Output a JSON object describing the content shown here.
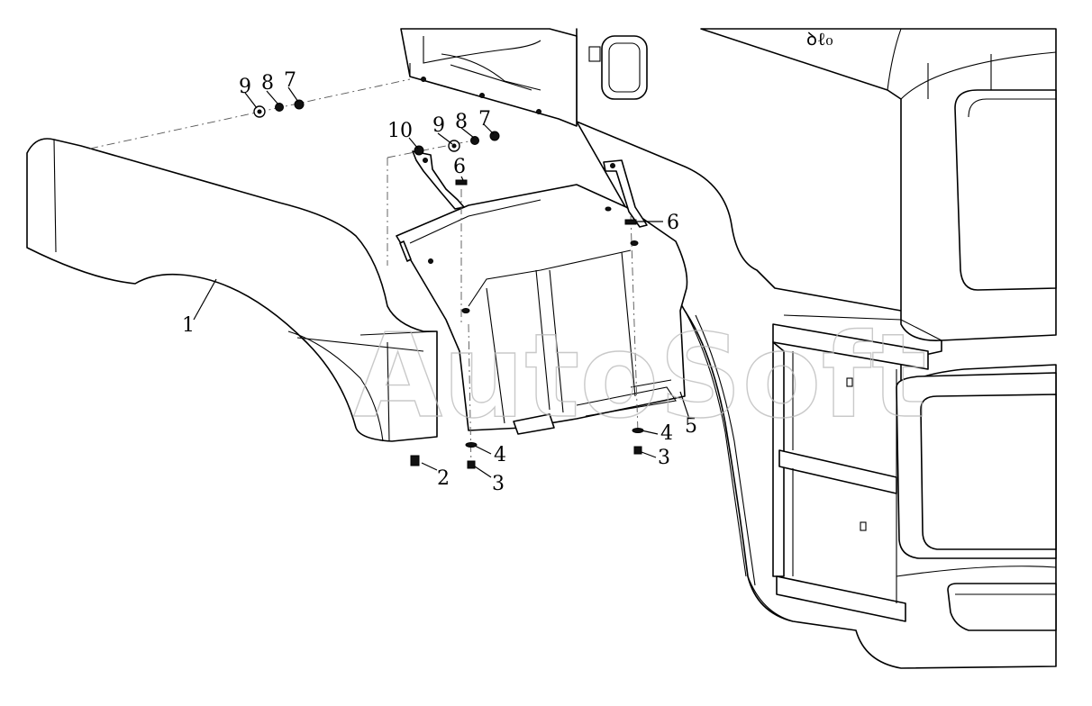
{
  "watermark": "AutoSoft",
  "cab_emblem": "ꝺℓ₀",
  "callouts": [
    {
      "id": "c1",
      "label": "1"
    },
    {
      "id": "c2",
      "label": "2"
    },
    {
      "id": "c3a",
      "label": "3"
    },
    {
      "id": "c3b",
      "label": "3"
    },
    {
      "id": "c4a",
      "label": "4"
    },
    {
      "id": "c4b",
      "label": "4"
    },
    {
      "id": "c5",
      "label": "5"
    },
    {
      "id": "c6a",
      "label": "6"
    },
    {
      "id": "c6b",
      "label": "6"
    },
    {
      "id": "c7a",
      "label": "7"
    },
    {
      "id": "c7b",
      "label": "7"
    },
    {
      "id": "c8a",
      "label": "8"
    },
    {
      "id": "c8b",
      "label": "8"
    },
    {
      "id": "c9a",
      "label": "9"
    },
    {
      "id": "c9b",
      "label": "9"
    },
    {
      "id": "c10",
      "label": "10"
    }
  ]
}
